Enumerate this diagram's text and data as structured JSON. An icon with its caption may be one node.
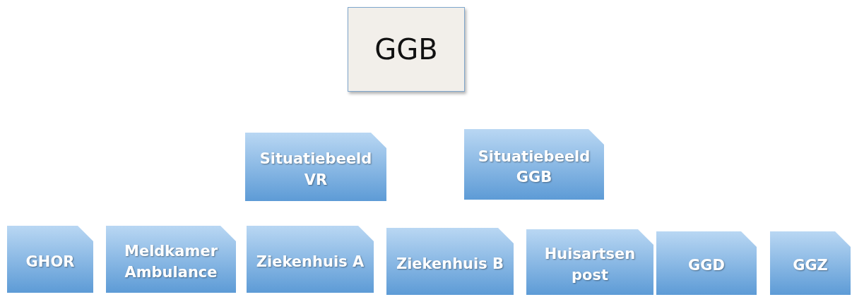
{
  "diagram": {
    "nodes": [
      {
        "text": [
          "GGB"
        ]
      },
      {
        "text": [
          "Situatiebeeld VR"
        ]
      },
      {
        "text": [
          "Situatiebeeld GGB"
        ]
      },
      {
        "text": [
          "GHOR"
        ]
      },
      {
        "text": [
          "Meldkamer Ambulance"
        ]
      },
      {
        "text": [
          "Ziekenhuis A"
        ]
      },
      {
        "text": [
          "Ziekenhuis B"
        ]
      },
      {
        "text": [
          "Huisartsen post"
        ]
      },
      {
        "text": [
          "GGD"
        ]
      },
      {
        "text": [
          "GGZ"
        ]
      }
    ],
    "edges": []
  }
}
